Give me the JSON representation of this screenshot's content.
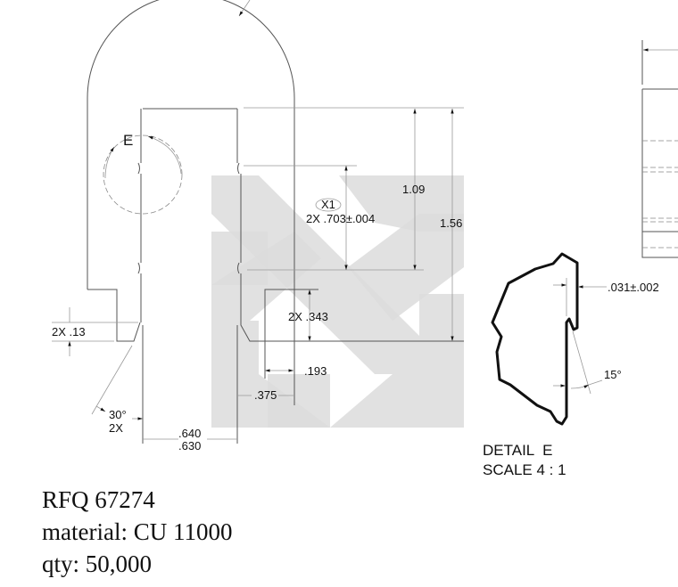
{
  "drawing": {
    "detail_callout": "E",
    "dimensions": {
      "x1_tag": "X1",
      "slot_width": "2X .703±.004",
      "height_1": "1.09",
      "height_2": "1.56",
      "chamfer_height": "2X .13",
      "lower_height": "2X .343",
      "offset_193": ".193",
      "offset_375": ".375",
      "width_max": ".640",
      "width_min": ".630",
      "angle": "30°",
      "angle_qty": "2X"
    },
    "detail_view": {
      "thickness": ".031±.002",
      "angle": "15°",
      "title": "DETAIL  E",
      "scale": "SCALE 4 : 1"
    }
  },
  "notes": {
    "rfq": "RFQ 67274",
    "material": "material: CU 11000",
    "qty": "qty: 50,000"
  }
}
